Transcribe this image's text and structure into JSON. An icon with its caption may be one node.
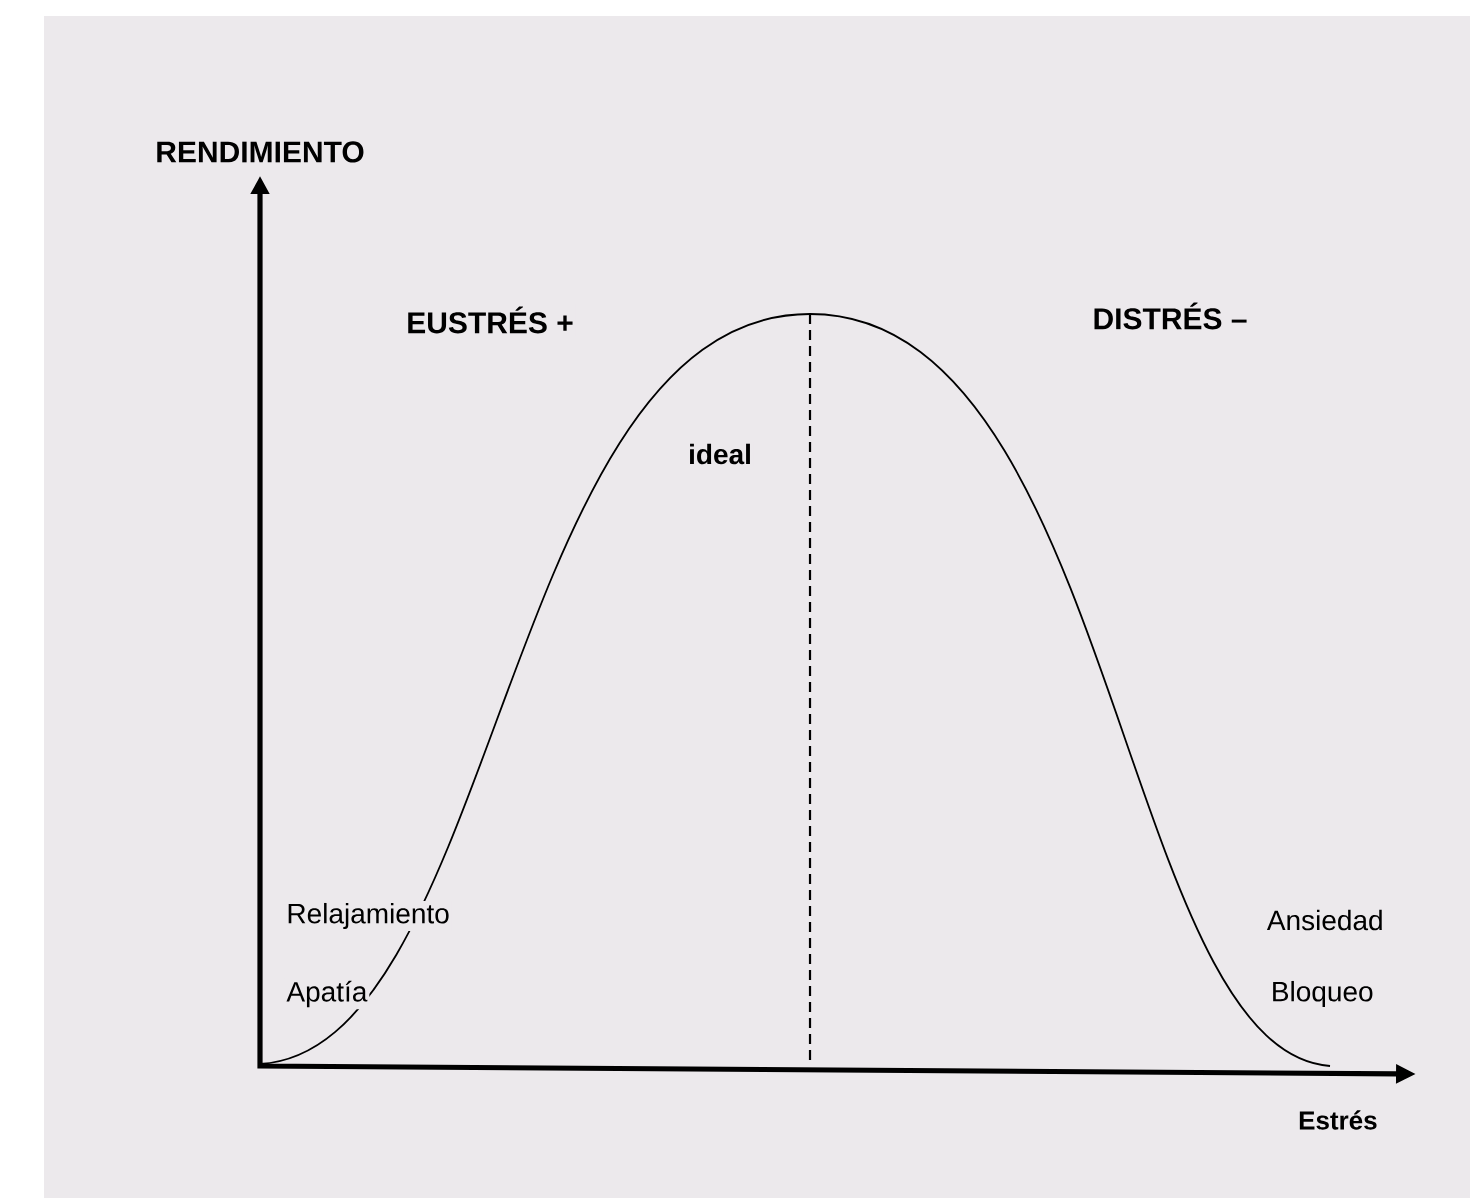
{
  "diagram": {
    "labels": [
      "RENDIMIENTO",
      "EUSTRÉS +",
      "DISTRÉS –",
      "ideal",
      "Relajamiento",
      "Apatía",
      "Ansiedad",
      "Bloqueo",
      "Estrés"
    ]
  }
}
